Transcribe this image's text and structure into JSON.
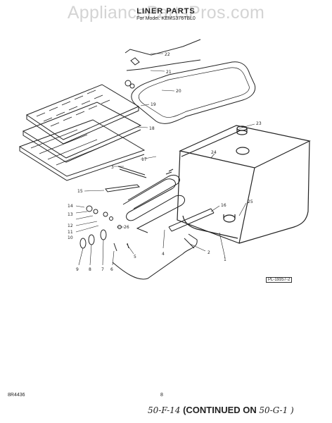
{
  "watermark": "AppliancePartsPros.com",
  "title": "LINER PARTS",
  "model_line": "For Model: KEMS376TBL0",
  "callouts": [
    "1",
    "2",
    "3",
    "4",
    "5",
    "6",
    "7",
    "8",
    "9",
    "10",
    "11",
    "12",
    "13",
    "14",
    "15",
    "16",
    "17",
    "18",
    "19",
    "20",
    "21",
    "22",
    "23",
    "24",
    "25",
    "26"
  ],
  "ref_code": "PL-19357-2",
  "doc_code": "8R4436",
  "page_number": "8",
  "handwritten_prefix": "50-F-14",
  "continued_text": "(CONTINUED ON",
  "handwritten_suffix": "50-G-1 )"
}
